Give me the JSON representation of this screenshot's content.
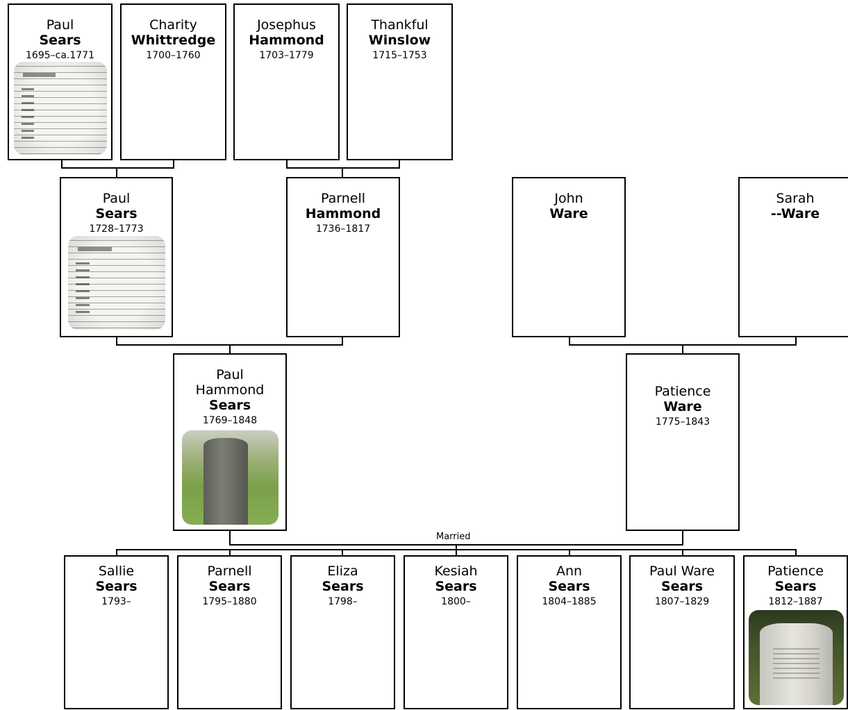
{
  "connector_label": "Married",
  "people": {
    "paul_sears_1695": {
      "given": "Paul",
      "surname": "Sears",
      "dates": "1695–ca.1771",
      "photo": "document-scan"
    },
    "charity_whittredge": {
      "given": "Charity",
      "surname": "Whittredge",
      "dates": "1700–1760"
    },
    "josephus_hammond": {
      "given": "Josephus",
      "surname": "Hammond",
      "dates": "1703–1779"
    },
    "thankful_winslow": {
      "given": "Thankful",
      "surname": "Winslow",
      "dates": "1715–1753"
    },
    "paul_sears_1728": {
      "given": "Paul",
      "surname": "Sears",
      "dates": "1728–1773",
      "photo": "document-scan"
    },
    "parnell_hammond": {
      "given": "Parnell",
      "surname": "Hammond",
      "dates": "1736–1817"
    },
    "john_ware": {
      "given": "John",
      "surname": "Ware",
      "dates": ""
    },
    "sarah_ware": {
      "given": "Sarah",
      "surname": "--Ware",
      "dates": ""
    },
    "paul_hammond_sears": {
      "given": "Paul Hammond",
      "surname": "Sears",
      "dates": "1769–1848",
      "photo": "gravestone"
    },
    "patience_ware": {
      "given": "Patience",
      "surname": "Ware",
      "dates": "1775–1843"
    },
    "sallie_sears": {
      "given": "Sallie",
      "surname": "Sears",
      "dates": "1793–"
    },
    "parnell_sears": {
      "given": "Parnell",
      "surname": "Sears",
      "dates": "1795–1880"
    },
    "eliza_sears": {
      "given": "Eliza",
      "surname": "Sears",
      "dates": "1798–"
    },
    "kesiah_sears": {
      "given": "Kesiah",
      "surname": "Sears",
      "dates": "1800–"
    },
    "ann_sears": {
      "given": "Ann",
      "surname": "Sears",
      "dates": "1804–1885"
    },
    "paul_ware_sears": {
      "given": "Paul Ware",
      "surname": "Sears",
      "dates": "1807–1829"
    },
    "patience_sears": {
      "given": "Patience",
      "surname": "Sears",
      "dates": "1812–1887",
      "photo": "gravestone"
    }
  }
}
